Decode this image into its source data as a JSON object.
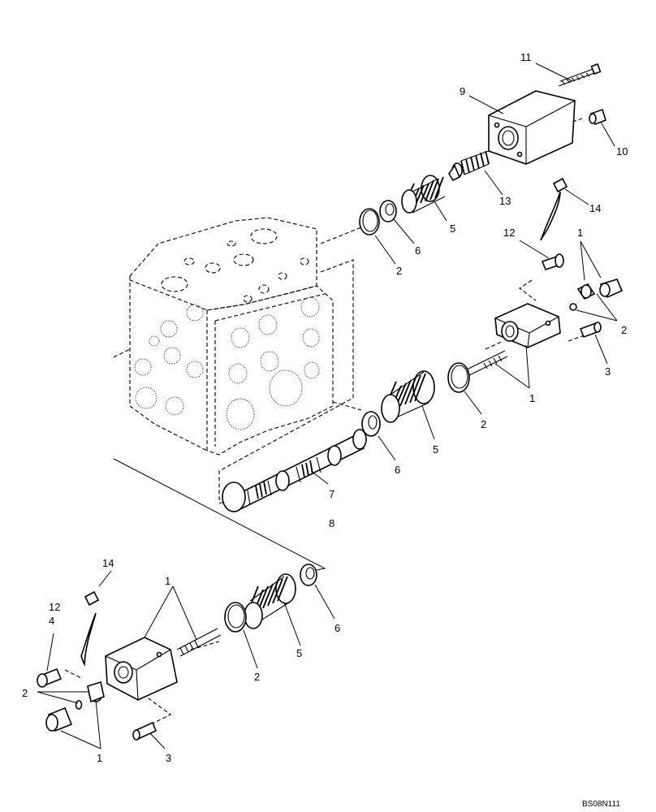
{
  "callouts": {
    "c11": "11",
    "c9": "9",
    "c10": "10",
    "c13": "13",
    "c14a": "14",
    "c5a": "5",
    "c6a": "6",
    "c2a": "2",
    "c12a": "12",
    "c1a": "1",
    "c2b": "2",
    "c3a": "3",
    "c1b": "1",
    "c2c": "2",
    "c5b": "5",
    "c6b": "6",
    "c7": "7",
    "c8": "8",
    "c14b": "14",
    "c1c": "1",
    "c12b": "12",
    "c4": "4",
    "c2d": "2",
    "c1d": "1",
    "c3b": "3",
    "c2e": "2",
    "c5c": "5",
    "c6c": "6"
  },
  "drawing_code": "BS08N111"
}
